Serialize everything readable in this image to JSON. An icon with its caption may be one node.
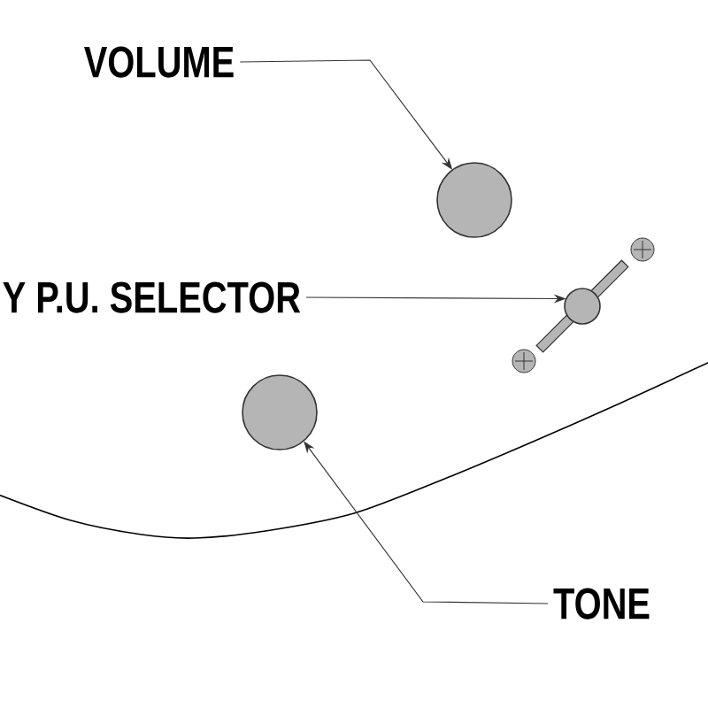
{
  "diagram": {
    "nodes": [
      {
        "text": [
          "VOLUME"
        ]
      },
      {
        "text": [],
        "shape": "circle"
      },
      {
        "text": [
          "Y P.U. SELECTOR"
        ]
      },
      {
        "text": [],
        "shape": "circle"
      },
      {
        "text": [],
        "shape": "circle"
      },
      {
        "text": [
          "TONE"
        ]
      }
    ],
    "edges": [
      {
        "from": 0,
        "to": 1,
        "arrow": "to"
      },
      {
        "from": 2,
        "to": 3,
        "arrow": "to"
      },
      {
        "from": 5,
        "to": 4,
        "arrow": "to"
      }
    ]
  }
}
